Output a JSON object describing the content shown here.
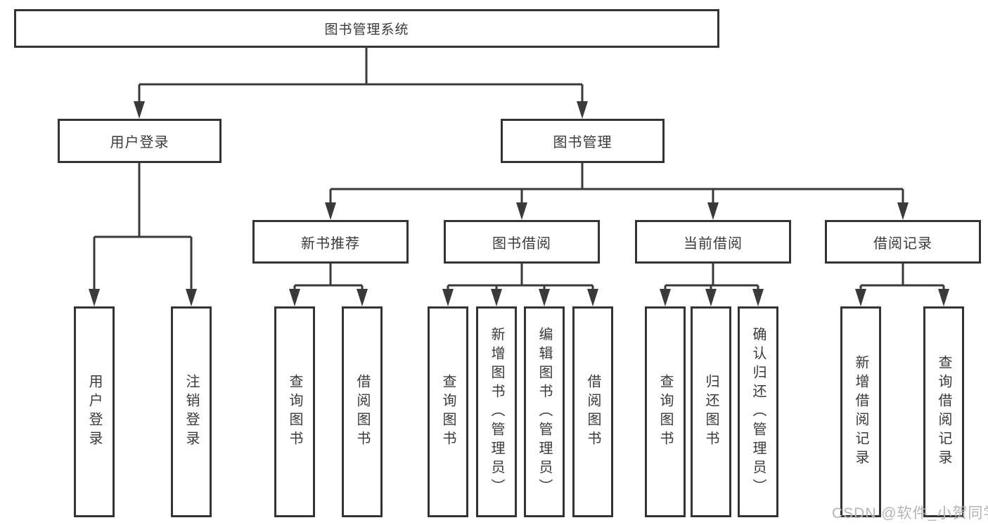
{
  "diagram": {
    "root": "图书管理系统",
    "branches": [
      {
        "label": "用户登录",
        "children": [
          "用户登录",
          "注销登录"
        ]
      },
      {
        "label": "图书管理",
        "groups": [
          {
            "label": "新书推荐",
            "children": [
              "查询图书",
              "借阅图书"
            ]
          },
          {
            "label": "图书借阅",
            "children": [
              "查询图书",
              "新增图书（管理员）",
              "编辑图书（管理员）",
              "借阅图书"
            ]
          },
          {
            "label": "当前借阅",
            "children": [
              "查询图书",
              "归还图书",
              "确认归还（管理员）"
            ]
          },
          {
            "label": "借阅记录",
            "children": [
              "新增借阅记录",
              "查询借阅记录"
            ]
          }
        ]
      }
    ]
  },
  "watermark": "CSDN @软件_小贺同学",
  "colors": {
    "line": "#3a3a3a",
    "border": "#343434",
    "text": "#3a3a3a",
    "watermark": "#b5b5b5",
    "background": "#ffffff"
  }
}
